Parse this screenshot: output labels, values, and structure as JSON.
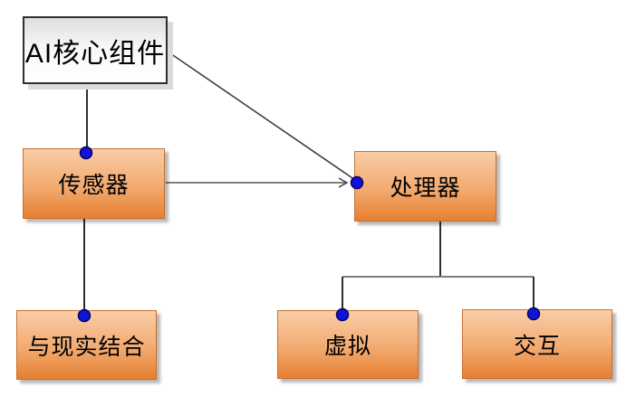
{
  "diagram": {
    "title": "AI core components flowchart",
    "nodes": [
      {
        "id": "ai-core",
        "label": "AI核心组件",
        "style": "root"
      },
      {
        "id": "sensor",
        "label": "传感器",
        "style": "orange"
      },
      {
        "id": "processor",
        "label": "处理器",
        "style": "orange"
      },
      {
        "id": "reality",
        "label": "与现实结合",
        "style": "orange"
      },
      {
        "id": "virtual",
        "label": "虚拟",
        "style": "orange"
      },
      {
        "id": "interact",
        "label": "交互",
        "style": "orange"
      }
    ],
    "edges": [
      {
        "from": "ai-core",
        "to": "sensor",
        "type": "line"
      },
      {
        "from": "ai-core",
        "to": "processor",
        "type": "line"
      },
      {
        "from": "sensor",
        "to": "processor",
        "type": "arrow"
      },
      {
        "from": "sensor",
        "to": "reality",
        "type": "line"
      },
      {
        "from": "processor",
        "to": "virtual",
        "type": "line"
      },
      {
        "from": "processor",
        "to": "interact",
        "type": "line"
      }
    ]
  },
  "colors": {
    "canvas_bg": "#ffffff",
    "text_color": "#000000",
    "node_grad_top": "#f9cda7",
    "node_grad_mid": "#f2aa70",
    "node_grad_bottom": "#e67f30",
    "node_border": "#c96f2e",
    "root_grad_top": "#dedede",
    "root_grad_bottom": "#ffffff",
    "root_border": "#2f2f2f",
    "line_dark": "#2e2e2e",
    "line_mid": "#3f3f3f",
    "line_gray": "#7f7f7f",
    "dot_fill": "#1313d6",
    "dot_ring": "#00006e"
  }
}
